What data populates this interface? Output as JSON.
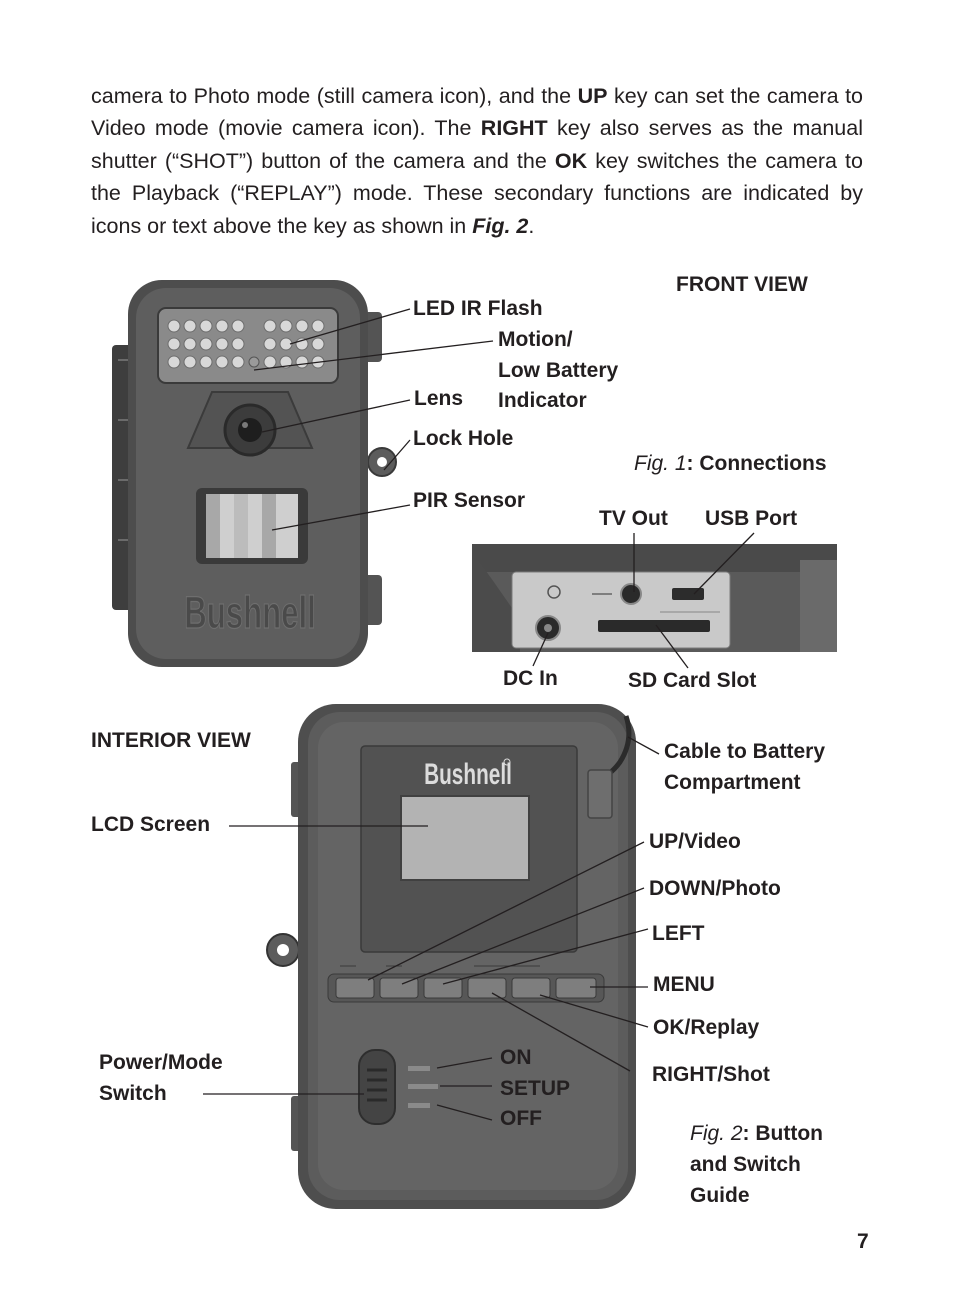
{
  "paragraph": {
    "s1": "camera to Photo mode (still camera icon), and the ",
    "k1": "UP",
    "s2": " key can set the camera to Video mode (movie camera icon). The ",
    "k2": "RIGHT",
    "s3": " key also serves as the manual shutter (“SHOT”) button of the camera and the ",
    "k3": "OK",
    "s4": " key switches the camera to the Playback (“REPLAY”) mode. These secondary functions are indicated by icons or text above the key as shown in ",
    "figref": "Fig. 2",
    "s5": "."
  },
  "front_view": {
    "heading": "FRONT VIEW",
    "brand_logo": "Bushnell",
    "labels": {
      "led_ir_flash": "LED IR Flash",
      "motion_1": "Motion/",
      "motion_2": "Low Battery",
      "motion_3": "Indicator",
      "lens": "Lens",
      "lock_hole": "Lock Hole",
      "pir_sensor": "PIR Sensor"
    }
  },
  "connections": {
    "caption_italic": "Fig. 1",
    "caption_bold": ": Connections",
    "labels": {
      "tv_out": "TV Out",
      "usb_port": "USB Port",
      "dc_in": "DC In",
      "sd_card_slot": "SD Card Slot"
    }
  },
  "interior_view": {
    "heading": "INTERIOR VIEW",
    "brand_logo": "Bushnell",
    "labels": {
      "cable_1": "Cable to Battery",
      "cable_2": "Compartment",
      "lcd_screen": "LCD Screen",
      "up_video": "UP/Video",
      "down_photo": "DOWN/Photo",
      "left": "LEFT",
      "menu": "MENU",
      "ok_replay": "OK/Replay",
      "right_shot": "RIGHT/Shot",
      "power_1": "Power/Mode",
      "power_2": "Switch",
      "on": "ON",
      "setup": "SETUP",
      "off": "OFF"
    },
    "caption_italic": "Fig. 2",
    "caption_bold_1": ": Button",
    "caption_bold_2": "and Switch",
    "caption_bold_3": "Guide"
  },
  "page_number": "7"
}
